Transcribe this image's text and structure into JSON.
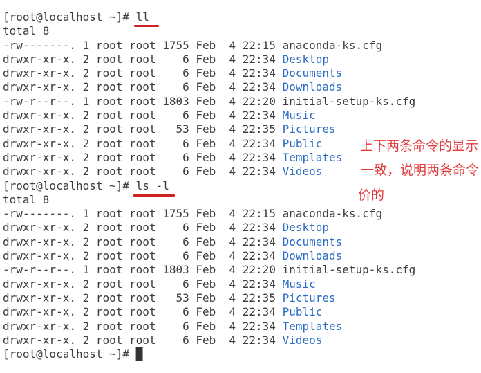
{
  "terminal": {
    "prompt": "[root@localhost ~]# ",
    "cursor_glyph": "█",
    "blocks": [
      {
        "command": "ll",
        "total_line": "total 8",
        "entries": [
          {
            "meta": "-rw-------. 1 root root 1755 Feb  4 22:15 ",
            "name": "anaconda-ks.cfg",
            "is_dir": false
          },
          {
            "meta": "drwxr-xr-x. 2 root root    6 Feb  4 22:34 ",
            "name": "Desktop",
            "is_dir": true
          },
          {
            "meta": "drwxr-xr-x. 2 root root    6 Feb  4 22:34 ",
            "name": "Documents",
            "is_dir": true
          },
          {
            "meta": "drwxr-xr-x. 2 root root    6 Feb  4 22:34 ",
            "name": "Downloads",
            "is_dir": true
          },
          {
            "meta": "-rw-r--r--. 1 root root 1803 Feb  4 22:20 ",
            "name": "initial-setup-ks.cfg",
            "is_dir": false
          },
          {
            "meta": "drwxr-xr-x. 2 root root    6 Feb  4 22:34 ",
            "name": "Music",
            "is_dir": true
          },
          {
            "meta": "drwxr-xr-x. 2 root root   53 Feb  4 22:35 ",
            "name": "Pictures",
            "is_dir": true
          },
          {
            "meta": "drwxr-xr-x. 2 root root    6 Feb  4 22:34 ",
            "name": "Public",
            "is_dir": true
          },
          {
            "meta": "drwxr-xr-x. 2 root root    6 Feb  4 22:34 ",
            "name": "Templates",
            "is_dir": true
          },
          {
            "meta": "drwxr-xr-x. 2 root root    6 Feb  4 22:34 ",
            "name": "Videos",
            "is_dir": true
          }
        ]
      },
      {
        "command": "ls -l",
        "total_line": "total 8",
        "entries": [
          {
            "meta": "-rw-------. 1 root root 1755 Feb  4 22:15 ",
            "name": "anaconda-ks.cfg",
            "is_dir": false
          },
          {
            "meta": "drwxr-xr-x. 2 root root    6 Feb  4 22:34 ",
            "name": "Desktop",
            "is_dir": true
          },
          {
            "meta": "drwxr-xr-x. 2 root root    6 Feb  4 22:34 ",
            "name": "Documents",
            "is_dir": true
          },
          {
            "meta": "drwxr-xr-x. 2 root root    6 Feb  4 22:34 ",
            "name": "Downloads",
            "is_dir": true
          },
          {
            "meta": "-rw-r--r--. 1 root root 1803 Feb  4 22:20 ",
            "name": "initial-setup-ks.cfg",
            "is_dir": false
          },
          {
            "meta": "drwxr-xr-x. 2 root root    6 Feb  4 22:34 ",
            "name": "Music",
            "is_dir": true
          },
          {
            "meta": "drwxr-xr-x. 2 root root   53 Feb  4 22:35 ",
            "name": "Pictures",
            "is_dir": true
          },
          {
            "meta": "drwxr-xr-x. 2 root root    6 Feb  4 22:34 ",
            "name": "Public",
            "is_dir": true
          },
          {
            "meta": "drwxr-xr-x. 2 root root    6 Feb  4 22:34 ",
            "name": "Templates",
            "is_dir": true
          },
          {
            "meta": "drwxr-xr-x. 2 root root    6 Feb  4 22:34 ",
            "name": "Videos",
            "is_dir": true
          }
        ]
      }
    ]
  },
  "annotation": {
    "lines": [
      "上下两条命令的显示",
      "一致，说明两条命令",
      "价的"
    ],
    "color": "#e23b3d"
  },
  "colors": {
    "background": "#ffffff",
    "text": "#3d3d3d",
    "directory_blue": "#2c6cc4",
    "underline_red": "#cb2420",
    "annotation_red": "#e23b3d",
    "cursor": "#333333"
  }
}
